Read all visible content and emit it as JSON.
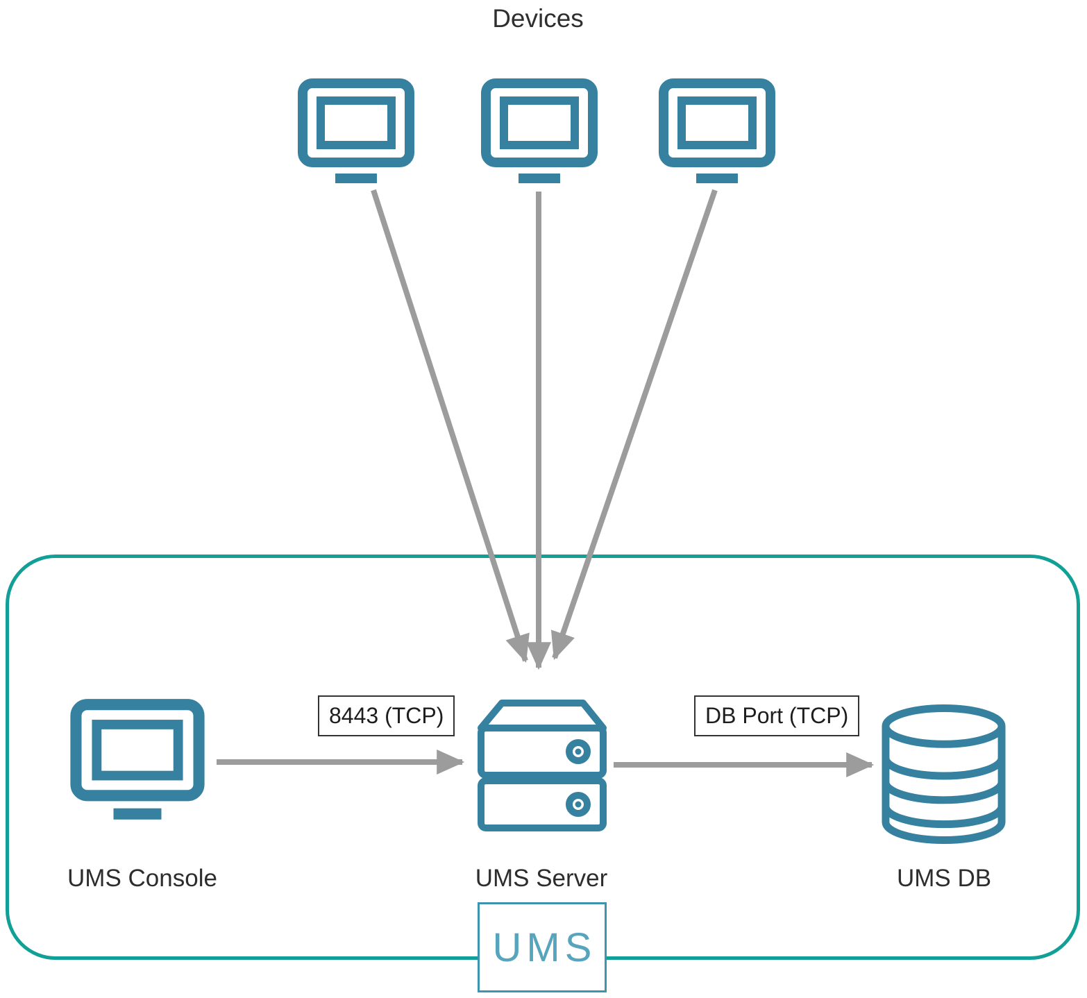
{
  "title": "Devices",
  "colors": {
    "icon": "#35819f",
    "frame": "#12a096",
    "arrow": "#9c9c9c",
    "text": "#2d2d2d",
    "badge_text": "#57a5bc",
    "badge_border": "#3d95ad",
    "label_border": "#333333"
  },
  "nodes": {
    "devices": {
      "count": 3
    },
    "console": {
      "label": "UMS Console"
    },
    "server": {
      "label": "UMS Server"
    },
    "db": {
      "label": "UMS DB"
    }
  },
  "edges": {
    "console_to_server": {
      "label": "8443 (TCP)"
    },
    "server_to_db": {
      "label": "DB Port (TCP)"
    }
  },
  "badge": {
    "label": "UMS"
  }
}
